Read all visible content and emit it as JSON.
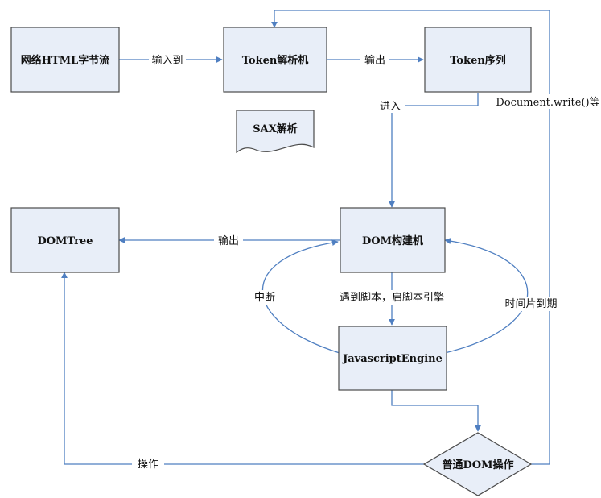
{
  "nodes": {
    "byte_stream": "网络HTML字节流",
    "token_parser": "Token解析机",
    "token_sequence": "Token序列",
    "sax": "SAX解析",
    "dom_tree": "DOMTree",
    "dom_builder": "DOM构建机",
    "js_engine": "JavascriptEngine",
    "dom_op": "普通DOM操作"
  },
  "edges": {
    "input_to": "输入到",
    "output_1": "输出",
    "enter": "进入",
    "document_write": "Document.write()等",
    "output_2": "输出",
    "interrupt": "中断",
    "encounter_script": "遇到脚本，启脚本引擎",
    "timeslice": "时间片到期",
    "operate": "操作"
  },
  "colors": {
    "box_fill": "#e8eef8",
    "box_stroke": "#4a4a4a",
    "arrow": "#4f7fc1"
  }
}
